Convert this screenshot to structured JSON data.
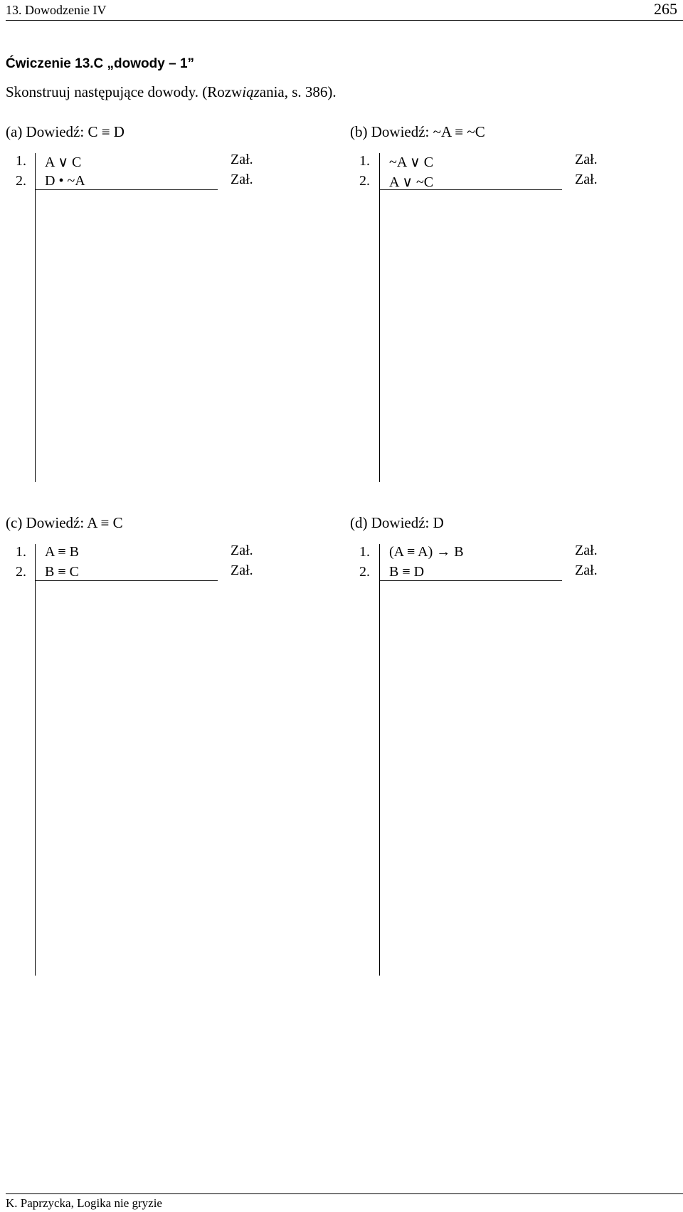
{
  "header": {
    "running_title": "13. Dowodzenie IV",
    "page_number": "265"
  },
  "exercise": {
    "title": "Ćwiczenie 13.C „dowody – 1”",
    "instruction_main": "Skonstruuj następujące dowody.",
    "instruction_ref_open": "(Rozw",
    "instruction_ref_italic": "iąz",
    "instruction_ref_rest": "ania, s. 386)."
  },
  "problems": [
    {
      "title": "(a) Dowiedź: C ≡ D",
      "lines": [
        {
          "num": "1.",
          "formula": "A ∨ C",
          "just": "Zał."
        },
        {
          "num": "2.",
          "formula": "D • ~A",
          "just": "Zał."
        }
      ]
    },
    {
      "title": "(b) Dowiedź: ~A ≡ ~C",
      "lines": [
        {
          "num": "1.",
          "formula": "~A ∨ C",
          "just": "Zał."
        },
        {
          "num": "2.",
          "formula": "A ∨ ~C",
          "just": "Zał."
        }
      ]
    },
    {
      "title": "(c) Dowiedź: A ≡ C",
      "lines": [
        {
          "num": "1.",
          "formula": "A ≡ B",
          "just": "Zał."
        },
        {
          "num": "2.",
          "formula": "B ≡ C",
          "just": "Zał."
        }
      ]
    },
    {
      "title": "(d) Dowiedź: D",
      "lines": [
        {
          "num": "1.",
          "formula": "(A ≡ A) → B",
          "just": "Zał."
        },
        {
          "num": "2.",
          "formula": "B ≡ D",
          "just": "Zał."
        }
      ]
    }
  ],
  "footer": {
    "text": "K. Paprzycka, Logika nie gryzie"
  }
}
